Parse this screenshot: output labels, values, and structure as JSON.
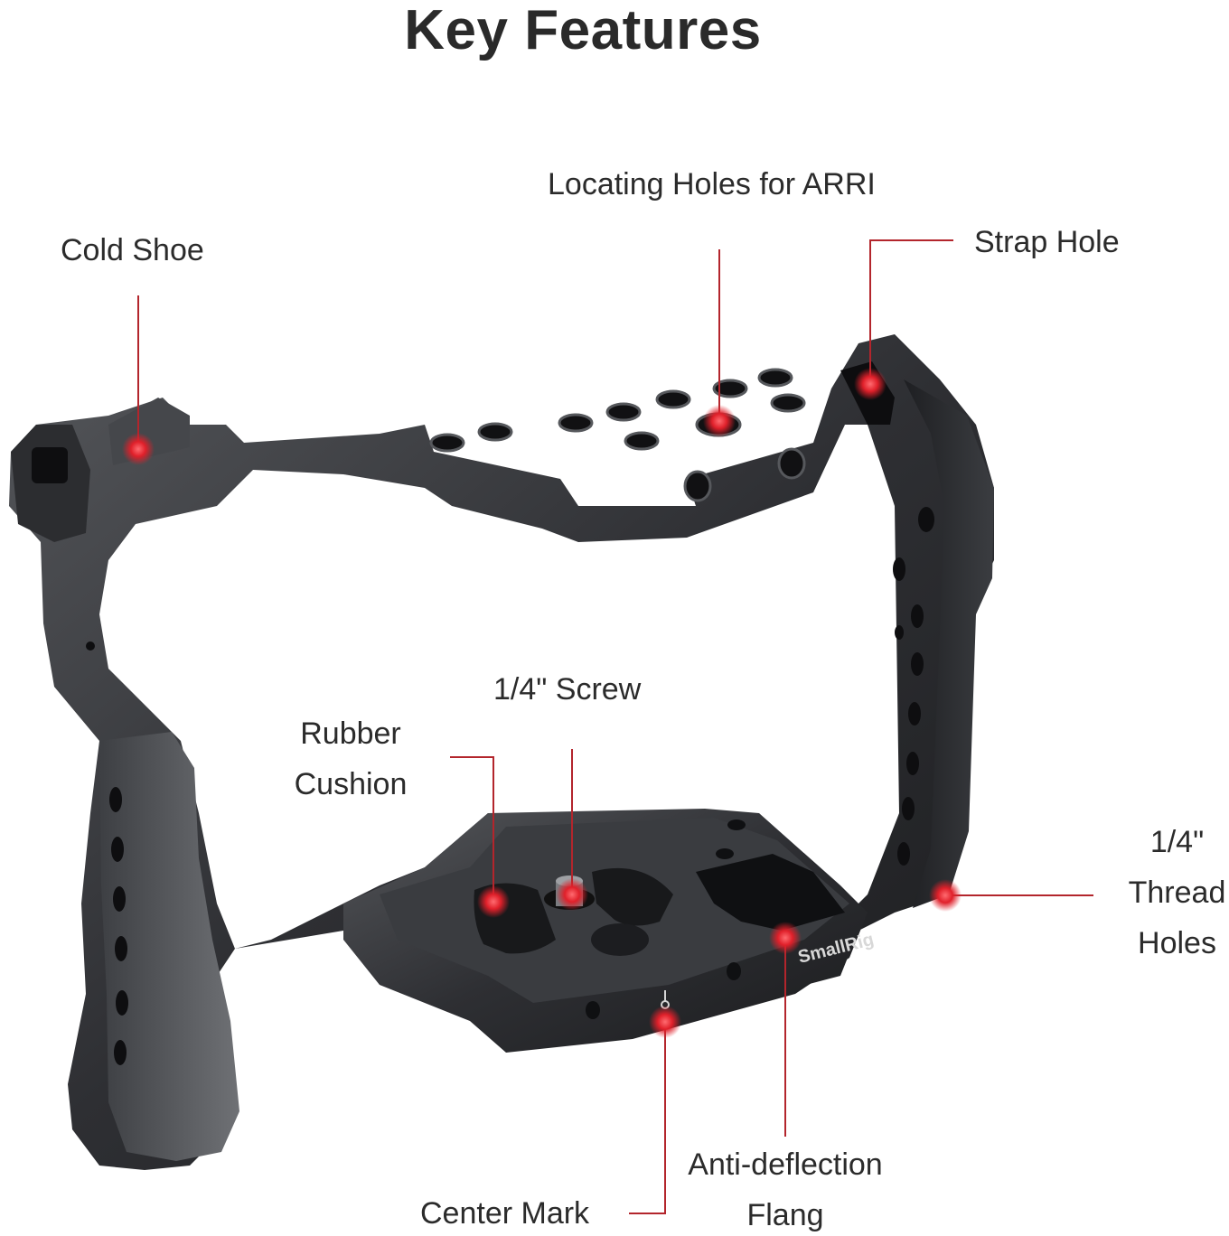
{
  "page": {
    "title": "Key Features"
  },
  "brand": {
    "engraving": "SmallRig"
  },
  "colors": {
    "leader_line": "#b3252c",
    "marker": "#e0202a",
    "metal_dark": "#2a2b2e",
    "metal_light": "#6a6c70"
  },
  "features": {
    "cold_shoe": "Cold Shoe",
    "locating_holes": "Locating Holes for ARRI",
    "strap_hole": "Strap Hole",
    "screw": "1/4\" Screw",
    "rubber_cushion": [
      "Rubber",
      "Cushion"
    ],
    "thread_holes": [
      "1/4\"",
      "Thread",
      "Holes"
    ],
    "anti_deflection": [
      "Anti-deflection",
      "Flang"
    ],
    "center_mark": "Center Mark"
  }
}
